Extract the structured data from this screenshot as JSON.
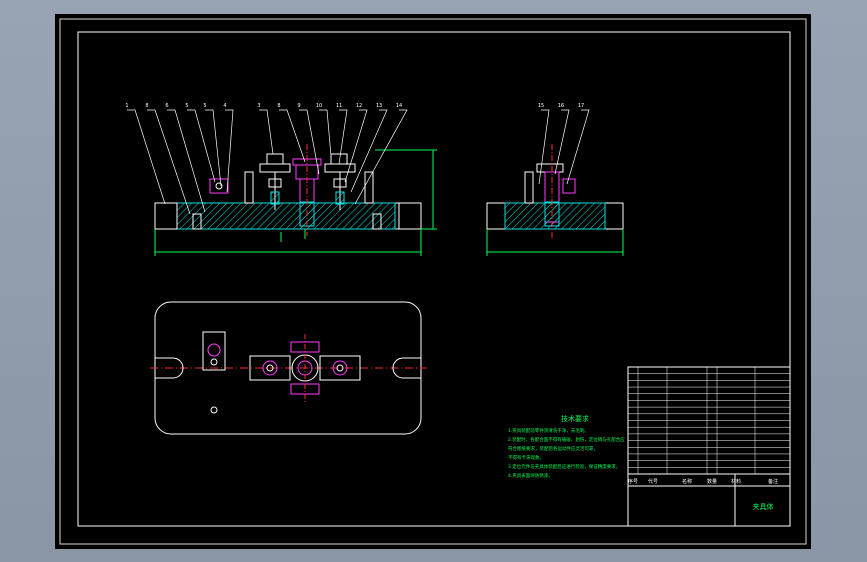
{
  "drawing": {
    "balloons_front": [
      "1",
      "8",
      "6",
      "5",
      "5",
      "4",
      "3",
      "8",
      "9",
      "10",
      "11",
      "12",
      "13",
      "14"
    ],
    "balloons_side": [
      "15",
      "16",
      "17"
    ],
    "tech_req": {
      "title": "技术要求",
      "lines": [
        "1.夹具装配前零件须清洗干净，去毛刺。",
        "2.装配时，各配合面不得有磕碰、划伤，定位销与孔配合应",
        "  符合图纸要求，装配后各运动件应灵活可靠，",
        "  不得有卡滞现象。",
        "3.定位元件与夹具体装配后应进行检验，保证精度要求。",
        "4.夹具表面涂防锈漆。"
      ]
    },
    "title_block": {
      "header": [
        "序号",
        "代号",
        "名称",
        "数量",
        "材料",
        "备注"
      ],
      "row_count": 16,
      "drawing_name": "夹具体"
    }
  },
  "colors": {
    "bg": "#000000",
    "frame": "#ffffff",
    "hatch": "#00e8e8",
    "part": "#ff3cff",
    "center": "#ff2a2a",
    "dim": "#00ff55",
    "fastener": "#ffffff"
  }
}
